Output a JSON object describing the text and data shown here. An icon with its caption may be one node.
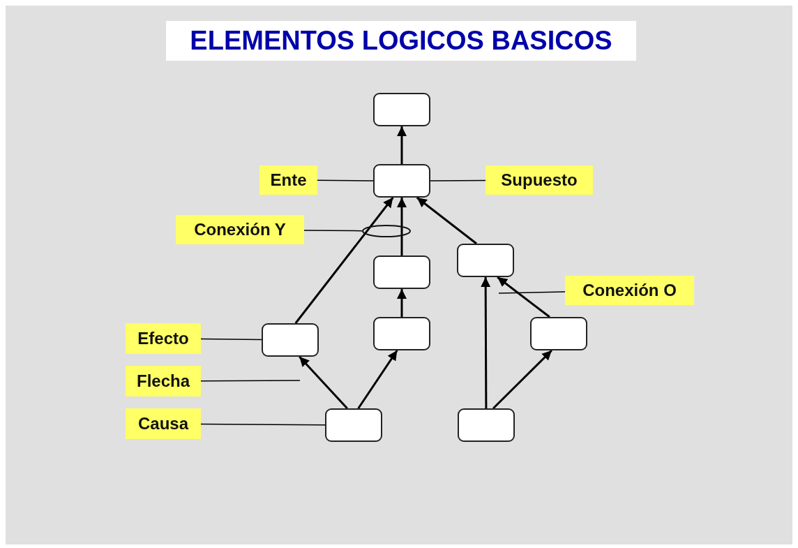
{
  "diagram": {
    "title": "ELEMENTOS LOGICOS BASICOS",
    "nodes": [
      {
        "text": [],
        "shape": "box"
      },
      {
        "text": [],
        "shape": "box"
      },
      {
        "text": [],
        "shape": "box"
      },
      {
        "text": [],
        "shape": "box"
      },
      {
        "text": [],
        "shape": "box"
      },
      {
        "text": [],
        "shape": "box"
      },
      {
        "text": [],
        "shape": "box"
      },
      {
        "text": [],
        "shape": "box"
      },
      {
        "text": [],
        "shape": "box"
      },
      {
        "text": [],
        "shape": "ellipse"
      },
      {
        "text": [
          "Ente"
        ]
      },
      {
        "text": [
          "Supuesto"
        ]
      },
      {
        "text": [
          "Conexión Y"
        ]
      },
      {
        "text": [
          "Conexión O"
        ]
      },
      {
        "text": [
          "Efecto"
        ]
      },
      {
        "text": [
          "Flecha"
        ]
      },
      {
        "text": [
          "Causa"
        ]
      }
    ],
    "edges": [
      {
        "from": 1,
        "to": 0,
        "arrow": "to"
      },
      {
        "from": 2,
        "to": 1,
        "arrow": "to"
      },
      {
        "from": 4,
        "to": 1,
        "arrow": "to"
      },
      {
        "from": 3,
        "to": 1,
        "arrow": "to"
      },
      {
        "from": 5,
        "to": 2,
        "arrow": "to"
      },
      {
        "from": 7,
        "to": 4,
        "arrow": "to"
      },
      {
        "from": 7,
        "to": 5,
        "arrow": "to"
      },
      {
        "from": 8,
        "to": 3,
        "arrow": "to"
      },
      {
        "from": 8,
        "to": 6,
        "arrow": "to"
      },
      {
        "from": 6,
        "to": 3,
        "arrow": "to"
      },
      {
        "from": 10,
        "to": 1,
        "arrow": "none"
      },
      {
        "from": 11,
        "to": 1,
        "arrow": "none"
      },
      {
        "from": 12,
        "to": 9,
        "arrow": "none"
      },
      {
        "from": 13,
        "to": null,
        "arrow": "none"
      },
      {
        "from": 14,
        "to": 4,
        "arrow": "none"
      },
      {
        "from": 15,
        "to": null,
        "arrow": "none"
      },
      {
        "from": 16,
        "to": 7,
        "arrow": "none"
      }
    ]
  }
}
